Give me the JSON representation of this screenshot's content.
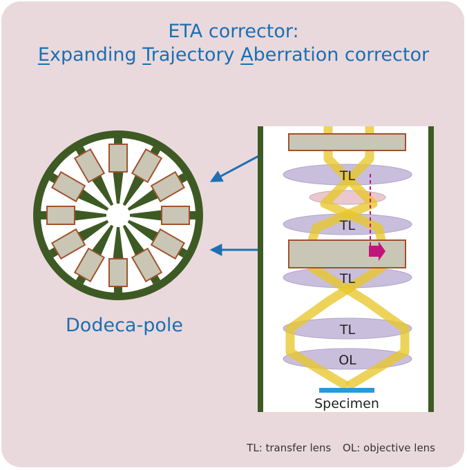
{
  "title": {
    "line1": "ETA corrector:",
    "line2_parts": [
      {
        "u": "E",
        "t": "xpanding "
      },
      {
        "u": "T",
        "t": "rajectory "
      },
      {
        "u": "A",
        "t": "berration corrector"
      }
    ]
  },
  "dodecapole_label": "Dodeca-pole",
  "column_labels": [
    "TL",
    "TL",
    "TL",
    "TL",
    "OL"
  ],
  "specimen_label": "Specimen",
  "legend": {
    "tl": "TL: transfer lens",
    "ol": "OL: objective lens"
  },
  "colors": {
    "title_blue": "#1a6fb3",
    "arrow_blue": "#1e6fb5",
    "ring_green": "#3e5a24",
    "pole_fill": "#c9c6b5",
    "pole_border": "#a0522d",
    "lens_fill": "#c9bedc",
    "beam_yellow": "#e8c62a",
    "magenta": "#c0157a",
    "specimen_blue": "#2a9ad6"
  }
}
